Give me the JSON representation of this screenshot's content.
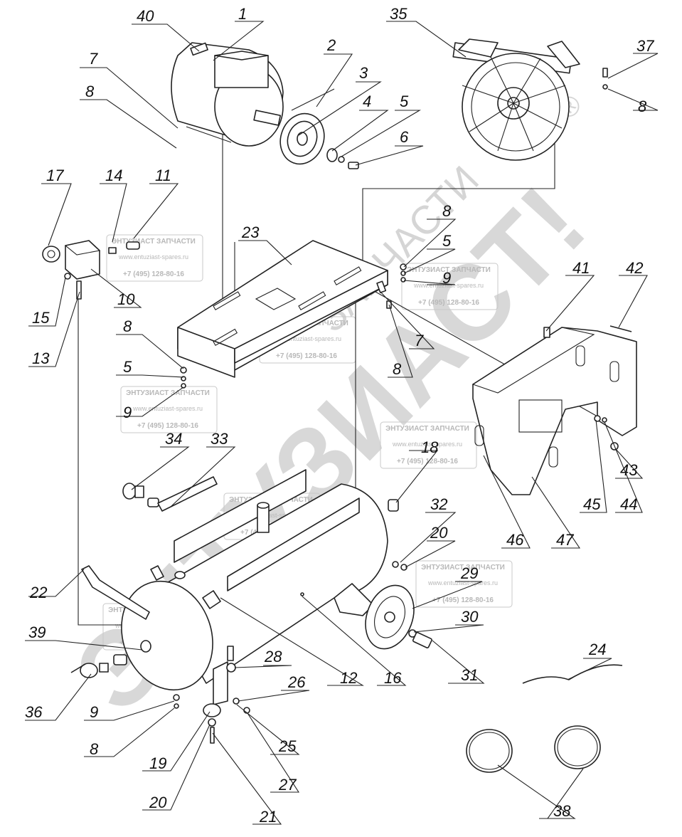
{
  "diagram": {
    "labels": [
      "1",
      "2",
      "3",
      "4",
      "5",
      "6",
      "7",
      "8",
      "40",
      "35",
      "37",
      "8b",
      "17",
      "14",
      "11",
      "15",
      "10",
      "13",
      "23",
      "8c",
      "5b",
      "9",
      "7b",
      "8d",
      "41",
      "42",
      "8e",
      "5c",
      "9b",
      "43",
      "44",
      "45",
      "46",
      "47",
      "34",
      "33",
      "18",
      "22",
      "32",
      "20",
      "29",
      "30",
      "31",
      "39",
      "36",
      "9c",
      "8f",
      "19",
      "20b",
      "21",
      "28",
      "26",
      "25",
      "27",
      "12",
      "16",
      "24",
      "38"
    ],
    "label_text": {
      "n1": "1",
      "n2": "2",
      "n3": "3",
      "n4": "4",
      "n5": "5",
      "n6": "6",
      "n7": "7",
      "n8": "8",
      "n40": "40",
      "n35": "35",
      "n37": "37",
      "n8b": "8",
      "n17": "17",
      "n14": "14",
      "n11": "11",
      "n15": "15",
      "n10": "10",
      "n13": "13",
      "n23": "23",
      "n8c": "8",
      "n5b": "5",
      "n9": "9",
      "n7b": "7",
      "n8d": "8",
      "n41": "41",
      "n42": "42",
      "n8e": "8",
      "n5c": "5",
      "n9b": "9",
      "n43": "43",
      "n44": "44",
      "n45": "45",
      "n46": "46",
      "n47": "47",
      "n34": "34",
      "n33": "33",
      "n18": "18",
      "n22": "22",
      "n32": "32",
      "n20": "20",
      "n29": "29",
      "n30": "30",
      "n31": "31",
      "n39": "39",
      "n36": "36",
      "n9c": "9",
      "n8f": "8",
      "n19": "19",
      "n20b": "20",
      "n21": "21",
      "n28": "28",
      "n26": "26",
      "n25": "25",
      "n27": "27",
      "n12": "12",
      "n16": "16",
      "n24": "24",
      "n38": "38"
    }
  },
  "watermarks": {
    "company": "ЭНТУЗИАСТ ЗАПЧАСТИ",
    "site": "www.entuziast-spares.ru",
    "phone": "+7 (495) 128-80-16",
    "big_brand": "ЭНТУЗИАСТ!",
    "big_sub": "ЗАПЧАСТИ",
    "registered": "®"
  }
}
